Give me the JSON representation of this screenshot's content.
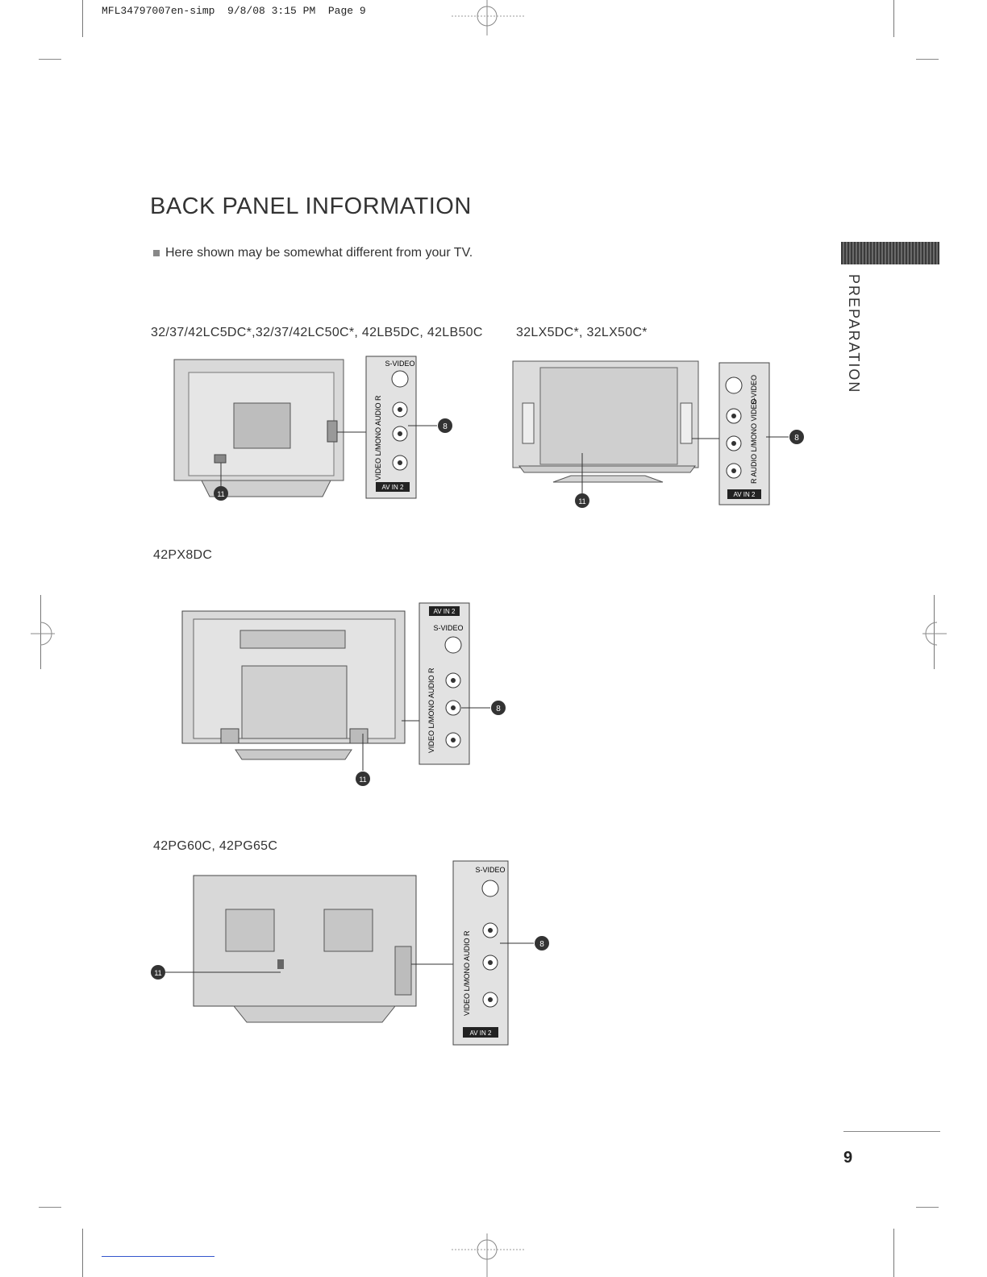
{
  "print_header": "MFL34797007en-simp  9/8/08 3:15 PM  Page 9",
  "title": "BACK PANEL INFORMATION",
  "note": "Here shown may be somewhat different from your TV.",
  "side_tab": "PREPARATION",
  "page_number": "9",
  "figures": [
    {
      "models": "32/37/42LC5DC*,32/37/42LC50C*,  42LB5DC, 42LB50C",
      "panel": {
        "top_label": "S-VIDEO",
        "side_label": "VIDEO  L/MONO  AUDIO  R",
        "badge": "AV IN 2"
      },
      "callouts": [
        "8",
        "11"
      ]
    },
    {
      "models": "32LX5DC*, 32LX50C*",
      "panel": {
        "top_label": "S-VIDEO",
        "side_label": "R  AUDIO  L/MONO  VIDEO",
        "badge": "AV IN 2"
      },
      "callouts": [
        "8",
        "11"
      ]
    },
    {
      "models": "42PX8DC",
      "panel": {
        "top_label": "S-VIDEO",
        "side_label": "VIDEO  L/MONO  AUDIO  R",
        "badge": "AV IN 2"
      },
      "callouts": [
        "8",
        "11"
      ]
    },
    {
      "models": "42PG60C, 42PG65C",
      "panel": {
        "top_label": "S-VIDEO",
        "side_label": "VIDEO  L/MONO  AUDIO  R",
        "badge": "AV IN 2"
      },
      "callouts": [
        "8",
        "11"
      ]
    }
  ]
}
